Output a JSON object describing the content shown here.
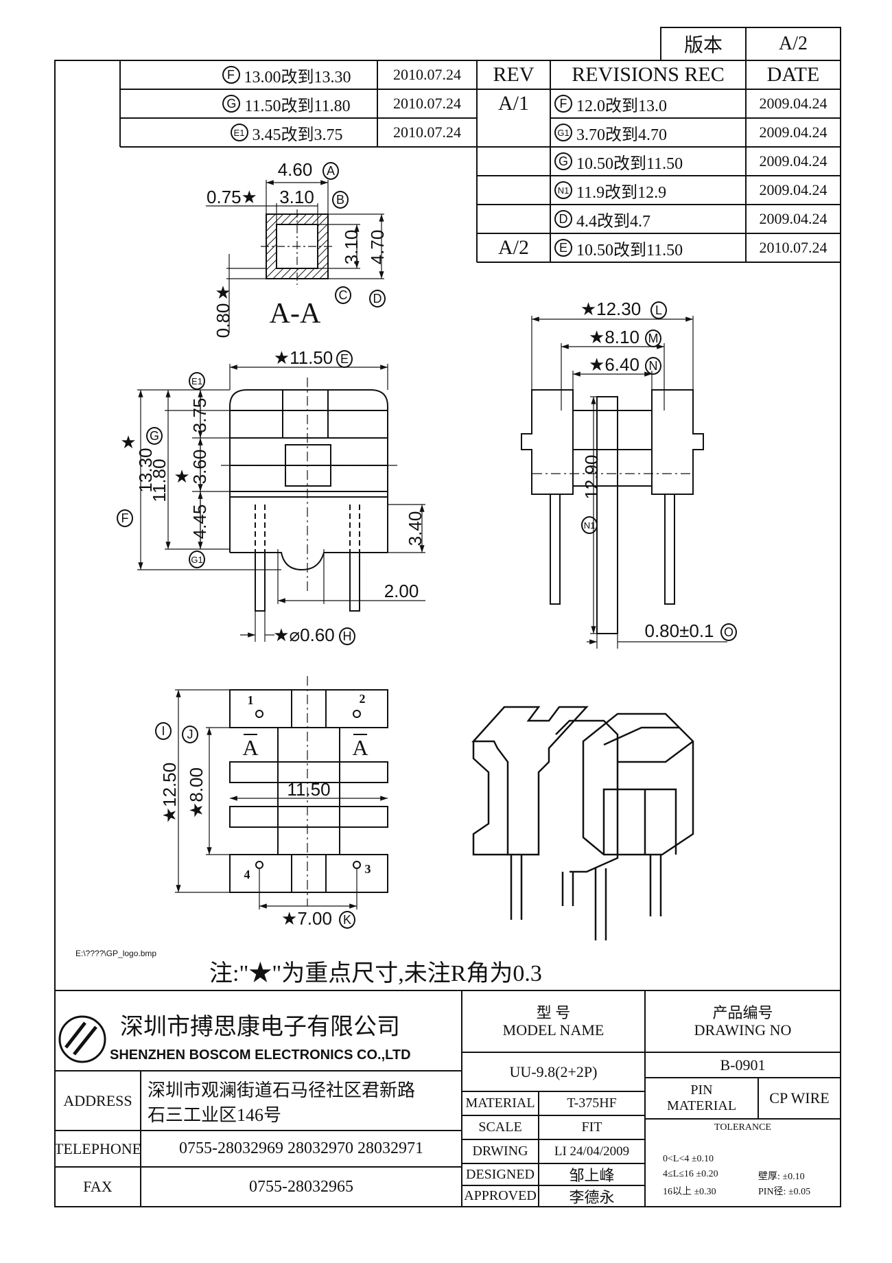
{
  "version_box": {
    "label": "版本",
    "value": "A/2"
  },
  "rev_table": {
    "header": {
      "rev": "REV",
      "records": "REVISIONS REC",
      "date": "DATE"
    },
    "rows": [
      {
        "rev": "A/1",
        "mark": "F",
        "text": "12.0改到13.0",
        "date": "2009.04.24"
      },
      {
        "rev": "",
        "mark": "G1",
        "text": "3.70改到4.70",
        "date": "2009.04.24"
      },
      {
        "rev": "",
        "mark": "G",
        "text": "10.50改到11.50",
        "date": "2009.04.24"
      },
      {
        "rev": "",
        "mark": "N1",
        "text": "11.9改到12.9",
        "date": "2009.04.24"
      },
      {
        "rev": "",
        "mark": "D",
        "text": "4.4改到4.7",
        "date": "2009.04.24"
      },
      {
        "rev": "A/2",
        "mark": "E",
        "text": "10.50改到11.50",
        "date": "2010.07.24"
      }
    ]
  },
  "left_rev_table": [
    {
      "mark": "F",
      "text": "13.00改到13.30",
      "date": "2010.07.24"
    },
    {
      "mark": "G",
      "text": "11.50改到11.80",
      "date": "2010.07.24"
    },
    {
      "mark": "E1",
      "text": "3.45改到3.75",
      "date": "2010.07.24"
    }
  ],
  "section": {
    "title": "A-A",
    "dims": {
      "outer_w": "4.60",
      "wall": "0.75★",
      "inner_w": "3.10",
      "inner_h": "3.10",
      "outer_h": "4.70",
      "flange": "0.80",
      "star": "★"
    },
    "marks": {
      "A": "A",
      "B": "B",
      "C": "C",
      "D": "D"
    }
  },
  "front_view": {
    "dims": {
      "width": "★11.50",
      "d375": "3.75",
      "d360": "3.60",
      "d445": "4.45",
      "d1180": "11.80",
      "d1330": "13.30",
      "d340": "3.40",
      "d200": "2.00",
      "pin_dia": "★⌀0.60",
      "star": "★"
    },
    "marks": {
      "E": "E",
      "E1": "E1",
      "G": "G",
      "F": "F",
      "G1": "G1",
      "H": "H"
    }
  },
  "side_view": {
    "dims": {
      "d1230": "★12.30",
      "d810": "★8.10",
      "d640": "★6.40",
      "d1290": "12.90",
      "wire": "0.80±0.1"
    },
    "marks": {
      "L": "L",
      "M": "M",
      "N": "N",
      "N1": "N1",
      "O": "O"
    }
  },
  "bottom_view": {
    "dims": {
      "d1250": "★12.50",
      "d800": "★8.00",
      "d1150": "11.50",
      "d700": "★7.00"
    },
    "marks": {
      "I": "I",
      "J": "J",
      "K": "K"
    },
    "pins": [
      "1",
      "2",
      "3",
      "4"
    ],
    "section_label": "A"
  },
  "logo_path": "E:\\????\\GP_logo.bmp",
  "note": "注:\"★\"为重点尺寸,未注R角为0.3",
  "title_block": {
    "company_cn": "深圳市搏思康电子有限公司",
    "company_en": "SHENZHEN BOSCOM ELECTRONICS CO.,LTD",
    "address_label": "ADDRESS",
    "address_line1": "深圳市观澜街道石马径社区君新路",
    "address_line2": "石三工业区146号",
    "telephone_label": "TELEPHONE",
    "telephone": "0755-28032969 28032970 28032971",
    "fax_label": "FAX",
    "fax": "0755-28032965",
    "model_cn": "型    号",
    "model_en": "MODEL NAME",
    "model_value": "UU-9.8(2+2P)",
    "drawing_cn": "产品编号",
    "drawing_en": "DRAWING NO",
    "drawing_value": "B-0901",
    "material_label": "MATERIAL",
    "material_value": "T-375HF",
    "scale_label": "SCALE",
    "scale_value": "FIT",
    "drwing_label": "DRWING",
    "drwing_value": "LI 24/04/2009",
    "designed_label": "DESIGNED",
    "designed_value": "邹上峰",
    "approved_label": "APPROVED",
    "approved_value": "李德永",
    "pin_material_label1": "PIN",
    "pin_material_label2": "MATERIAL",
    "pin_material_value": "CP WIRE",
    "tolerance_label": "TOLERANCE",
    "tol1": "0<L<4   ±0.10",
    "tol2": "4≤L≤16  ±0.20",
    "tol3": "16以上   ±0.30",
    "tol_wall": "壁厚:  ±0.10",
    "tol_pin": "PIN径: ±0.05"
  }
}
